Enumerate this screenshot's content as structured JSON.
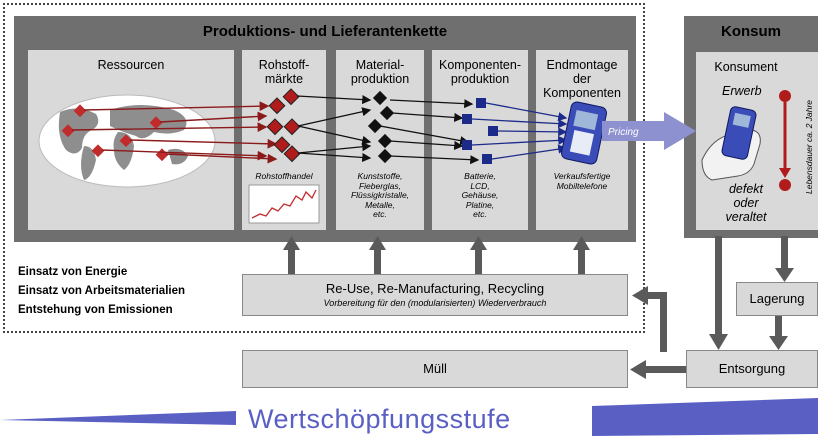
{
  "chain": {
    "title": "Produktions- und Lieferantenkette",
    "stages": [
      {
        "title": "Ressourcen",
        "note": ""
      },
      {
        "title": "Rohstoff-\nmärkte",
        "note": "Rohstoffhandel"
      },
      {
        "title": "Material-\nproduktion",
        "note": "Kunststoffe,\nFieberglas,\nFlüssigkristalle,\nMetalle,\netc."
      },
      {
        "title": "Komponenten-\nproduktion",
        "note": "Batterie,\nLCD,\nGehäuse,\nPlatine,\netc."
      },
      {
        "title": "Endmontage\nder\nKomponenten",
        "note": "Verkaufsfertige\nMobiltelefone"
      }
    ],
    "pricing": "Pricing"
  },
  "konsum": {
    "title": "Konsum",
    "konsument": "Konsument",
    "erwerb": "Erwerb",
    "defekt": "defekt\noder\nveraltet",
    "lebensdauer": "Lebensdauer ca. 2 Jahre"
  },
  "side_notes": [
    "Einsatz von Energie",
    "Einsatz von Arbeitsmaterialien",
    "Entstehung von Emissionen"
  ],
  "recycling": {
    "title": "Re-Use, Re-Manufacturing, Recycling",
    "subtitle": "Vorbereitung für den (modularisierten) Wiederverbrauch"
  },
  "lagerung": "Lagerung",
  "muell": "Müll",
  "entsorgung": "Entsorgung",
  "banner": "Wertschöpfungsstufe",
  "colors": {
    "panel_dark": "#6f6f6f",
    "panel_light": "#d9d9d9",
    "flow_red": "#8b1a1a",
    "flow_blue": "#1c2a8a",
    "pricing_arrow": "#8d91d0",
    "banner": "#5a5fc4",
    "arrow_gray": "#5a5a5a"
  }
}
